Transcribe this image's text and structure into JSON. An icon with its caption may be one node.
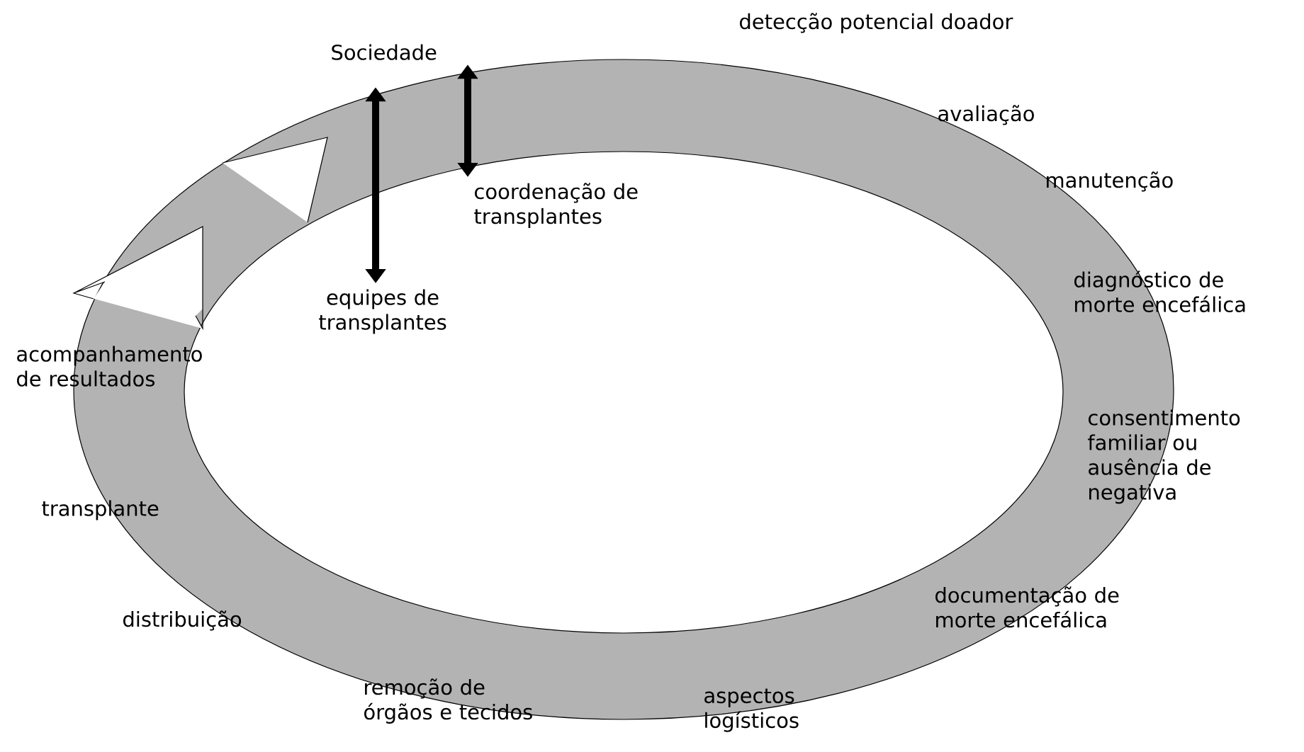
{
  "diagram": {
    "nodes": [
      {
        "text": [
          "Sociedade"
        ]
      },
      {
        "text": [
          "coordenação de transplantes"
        ]
      },
      {
        "text": [
          "equipes de transplantes"
        ]
      }
    ],
    "edges": [
      {
        "from": 0,
        "to": 1,
        "arrow": "both"
      },
      {
        "from": 0,
        "to": 2,
        "arrow": "both"
      }
    ],
    "labels": [
      "detecção potencial doador",
      "avaliação",
      "manutenção",
      "diagnóstico de morte encefálica",
      "consentimento familiar ou ausência de negativa",
      "documentação de morte encefálica",
      "aspectos logísticos",
      "remoção de órgãos e tecidos",
      "distribuição",
      "transplante",
      "acompanhamento de resultados"
    ]
  }
}
